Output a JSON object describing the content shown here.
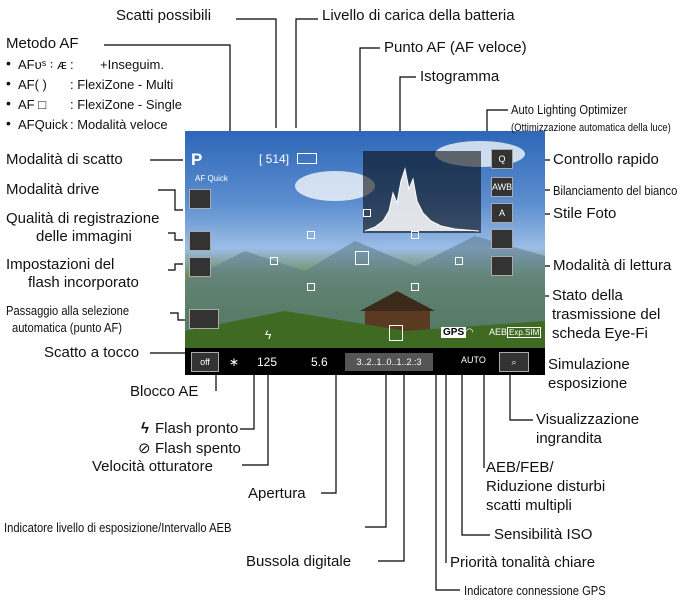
{
  "labels": {
    "scatti_possibili": "Scatti possibili",
    "batteria": "Livello di carica della batteria",
    "metodo_af": "Metodo AF",
    "af_face_code": "AFᴜˢ ꞉ ᴁ",
    "af_face_sep": ":",
    "af_face_text": "+Inseguim.",
    "af_multi_code": "AF( )",
    "af_multi_text": ": FlexiZone - Multi",
    "af_single_code": "AF □",
    "af_single_text": ": FlexiZone - Single",
    "af_quick_code": "AFQuick",
    "af_quick_text": ": Modalità veloce",
    "punto_af": "Punto AF (AF veloce)",
    "istogramma": "Istogramma",
    "alo": "Auto Lighting Optimizer",
    "alo_sub": "(Ottimizzazione automatica della luce)",
    "modalita_scatto": "Modalità di scatto",
    "controllo_rapido": "Controllo rapido",
    "modalita_drive": "Modalità drive",
    "bilanciamento": "Bilanciamento del bianco",
    "qualita_1": "Qualità di registrazione",
    "qualita_2": "delle immagini",
    "stile_foto": "Stile Foto",
    "flash_1": "Impostazioni del",
    "flash_2": "flash incorporato",
    "lettura": "Modalità di lettura",
    "passaggio_1": "Passaggio alla selezione",
    "passaggio_2": "automatica (punto AF)",
    "eyefi_1": "Stato della",
    "eyefi_2": "trasmissione del",
    "eyefi_3": "scheda Eye-Fi",
    "scatto_tocco": "Scatto a tocco",
    "simulazione_1": "Simulazione",
    "simulazione_2": "esposizione",
    "blocco_ae": "Blocco AE",
    "visual_1": "Visualizzazione",
    "visual_2": "ingrandita",
    "flash_pronto": "Flash pronto",
    "flash_spento": "Flash spento",
    "aeb_1": "AEB/FEB/",
    "aeb_2": "Riduzione disturbi",
    "aeb_3": "scatti multipli",
    "velocita": "Velocità otturatore",
    "apertura": "Apertura",
    "indicatore_esp": "Indicatore livello di esposizione/Intervallo AEB",
    "iso": "Sensibilità ISO",
    "bussola": "Bussola digitale",
    "priorita": "Priorità tonalità chiare",
    "gps_ind": "Indicatore connessione GPS"
  },
  "screen": {
    "mode": "P",
    "shots": "[ 514]",
    "af_quick": "AF Quick",
    "q_btn": "Q",
    "awb": "AWB",
    "style": "A",
    "touch": "off",
    "ae_lock": "∗",
    "shutter": "125",
    "aperture": "5.6",
    "scale": "3..2..1..0..1..2.:3",
    "gps": "GPS",
    "aeb": "AEB",
    "auto": "AUTO",
    "expsim": "Exp.SIM",
    "flash_bolt": "ϟ"
  },
  "colors": {
    "screen_bg": "#000000",
    "line": "#000000"
  },
  "icons": [
    "battery-icon",
    "histogram-icon",
    "lightning-icon",
    "flash-off-icon",
    "magnifier-icon",
    "wifi-icon"
  ]
}
